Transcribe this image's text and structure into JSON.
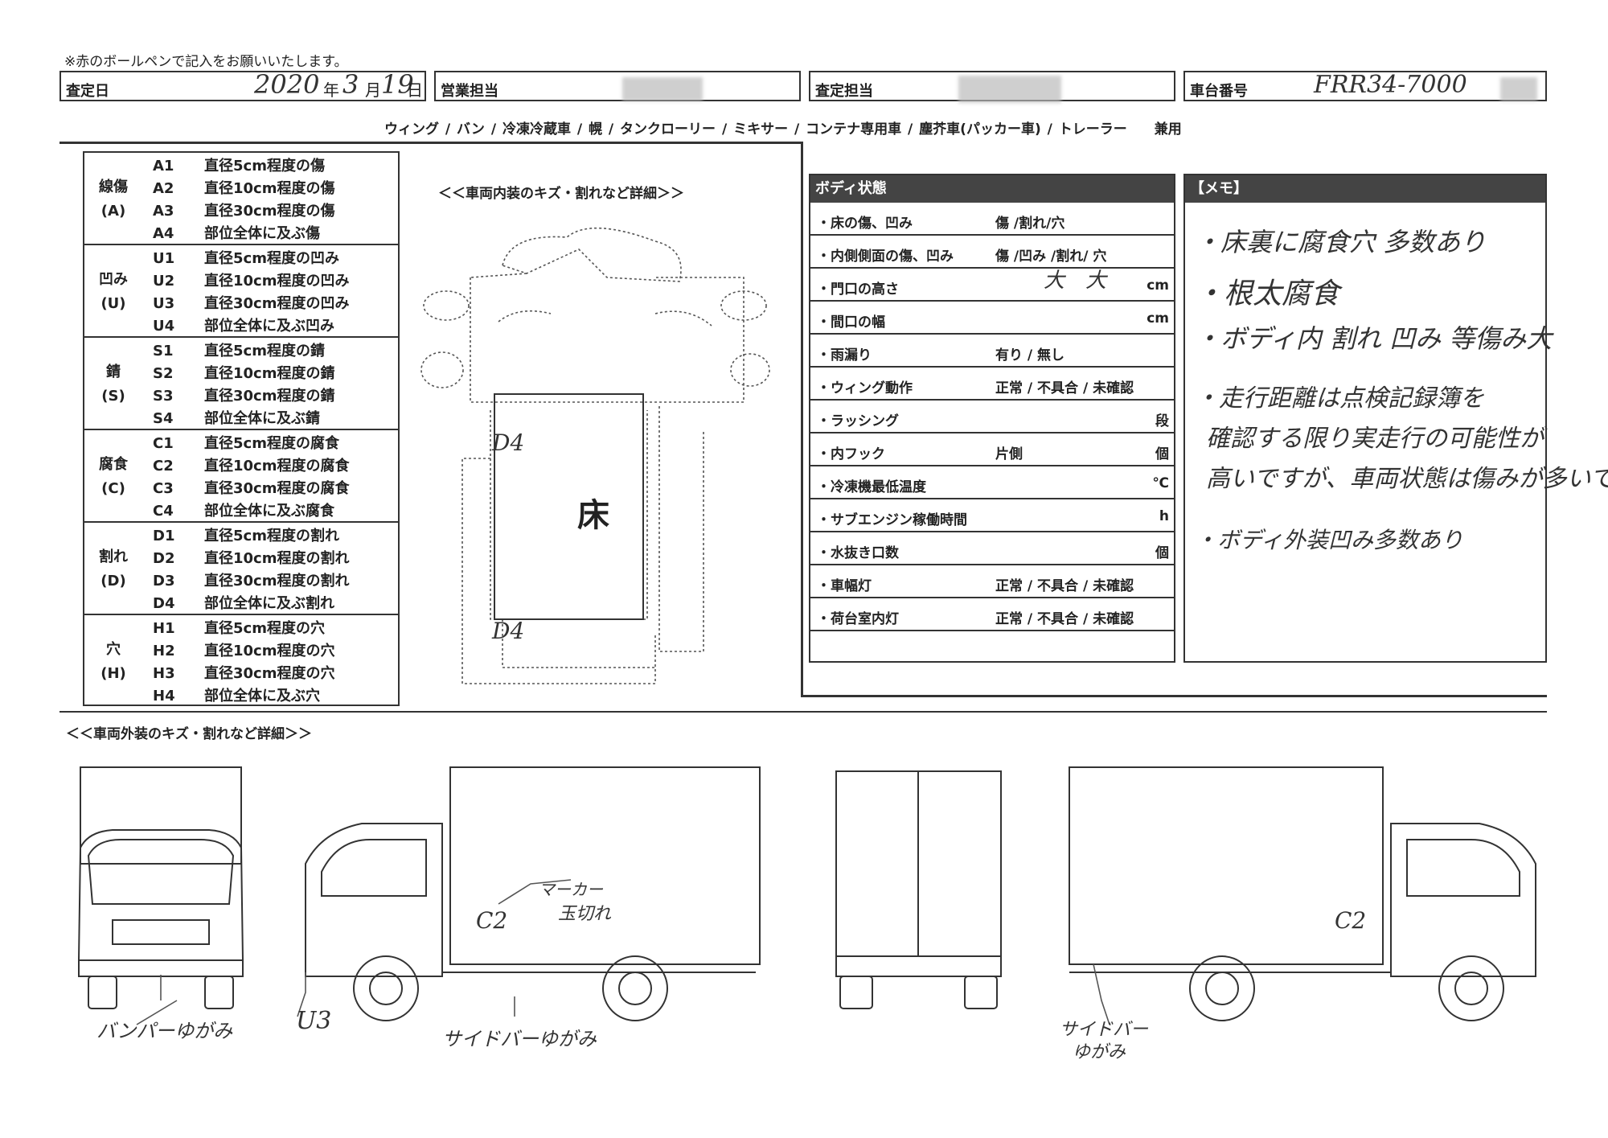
{
  "instruction_note": "※赤のボールペンで記入をお願いいたします。",
  "header": {
    "date_label": "査定日",
    "date_year": "2020",
    "date_year_unit": "年",
    "date_month": "3",
    "date_month_unit": "月",
    "date_day": "19",
    "date_day_unit": "日",
    "sales_label": "営業担当",
    "appraiser_label": "査定担当",
    "chassis_label": "車台番号",
    "chassis_value": "FRR34-7000"
  },
  "vehicle_types": "ウィング / バン / 冷凍冷蔵車 / 幌 / タンクローリー / ミキサー / コンテナ専用車 / 塵芥車(パッカー車) / トレーラー　　兼用",
  "legend": [
    {
      "cat": "線傷",
      "code": "(A)",
      "rows": [
        [
          "A1",
          "直径5cm程度の傷"
        ],
        [
          "A2",
          "直径10cm程度の傷"
        ],
        [
          "A3",
          "直径30cm程度の傷"
        ],
        [
          "A4",
          "部位全体に及ぶ傷"
        ]
      ]
    },
    {
      "cat": "凹み",
      "code": "(U)",
      "rows": [
        [
          "U1",
          "直径5cm程度の凹み"
        ],
        [
          "U2",
          "直径10cm程度の凹み"
        ],
        [
          "U3",
          "直径30cm程度の凹み"
        ],
        [
          "U4",
          "部位全体に及ぶ凹み"
        ]
      ]
    },
    {
      "cat": "錆",
      "code": "(S)",
      "rows": [
        [
          "S1",
          "直径5cm程度の錆"
        ],
        [
          "S2",
          "直径10cm程度の錆"
        ],
        [
          "S3",
          "直径30cm程度の錆"
        ],
        [
          "S4",
          "部位全体に及ぶ錆"
        ]
      ]
    },
    {
      "cat": "腐食",
      "code": "(C)",
      "rows": [
        [
          "C1",
          "直径5cm程度の腐食"
        ],
        [
          "C2",
          "直径10cm程度の腐食"
        ],
        [
          "C3",
          "直径30cm程度の腐食"
        ],
        [
          "C4",
          "部位全体に及ぶ腐食"
        ]
      ]
    },
    {
      "cat": "割れ",
      "code": "(D)",
      "rows": [
        [
          "D1",
          "直径5cm程度の割れ"
        ],
        [
          "D2",
          "直径10cm程度の割れ"
        ],
        [
          "D3",
          "直径30cm程度の割れ"
        ],
        [
          "D4",
          "部位全体に及ぶ割れ"
        ]
      ]
    },
    {
      "cat": "穴",
      "code": "(H)",
      "rows": [
        [
          "H1",
          "直径5cm程度の穴"
        ],
        [
          "H2",
          "直径10cm程度の穴"
        ],
        [
          "H3",
          "直径30cm程度の穴"
        ],
        [
          "H4",
          "部位全体に及ぶ穴"
        ]
      ]
    }
  ],
  "interior": {
    "title": "＜＜車両内装のキズ・割れなど詳細＞＞",
    "floor_label": "床",
    "mark_top": "D4",
    "mark_bottom": "D4"
  },
  "body_condition": {
    "title": "ボディ状態",
    "rows": [
      {
        "label": "・床の傷、凹み",
        "opt": "傷 /割れ/穴",
        "unit": ""
      },
      {
        "label": "・内側側面の傷、凹み",
        "opt": "傷 /凹み /割れ/ 穴",
        "unit": ""
      },
      {
        "label": "・門口の高さ",
        "opt": "",
        "unit": "cm"
      },
      {
        "label": "・間口の幅",
        "opt": "",
        "unit": "cm"
      },
      {
        "label": "・雨漏り",
        "opt": "有り / 無し",
        "unit": ""
      },
      {
        "label": "・ウィング動作",
        "opt": "正常 / 不具合 / 未確認",
        "unit": ""
      },
      {
        "label": "・ラッシング",
        "opt": "",
        "unit": "段"
      },
      {
        "label": "・内フック",
        "opt": "片側",
        "unit": "個"
      },
      {
        "label": "・冷凍機最低温度",
        "opt": "",
        "unit": "℃"
      },
      {
        "label": "・サブエンジン稼働時間",
        "opt": "",
        "unit": "h"
      },
      {
        "label": "・水抜き口数",
        "opt": "",
        "unit": "個"
      },
      {
        "label": "・車幅灯",
        "opt": "正常 / 不具合 / 未確認",
        "unit": ""
      },
      {
        "label": "・荷台室内灯",
        "opt": "正常 / 不具合 / 未確認",
        "unit": ""
      }
    ],
    "hand_note": "大　大"
  },
  "memo": {
    "title": "【メモ】",
    "lines": [
      "・床裏に腐食穴 多数あり",
      "・根太腐食",
      "・ボディ内 割れ 凹み 等傷み大",
      "・走行距離は点検記録簿を",
      "確認する限り実走行の可能性が",
      "高いですが、車両状態は傷みが多いです。",
      "・ボディ外装凹み多数あり"
    ]
  },
  "exterior": {
    "title": "＜＜車両外装のキズ・割れなど詳細＞＞",
    "front_caption": "バンパーゆがみ",
    "left_u3": "U3",
    "left_c2": "C2",
    "left_marker": "マーカー",
    "left_marker2": "玉切れ",
    "left_caption": "サイドバーゆがみ",
    "right_c2": "C2",
    "right_caption1": "サイドバー",
    "right_caption2": "ゆがみ"
  }
}
